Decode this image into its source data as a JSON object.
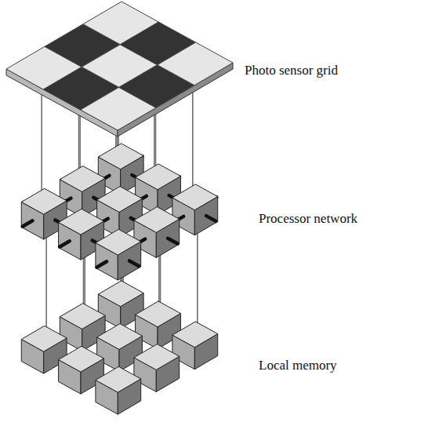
{
  "diagram": {
    "labels": [
      "Photo sensor grid",
      "Processor network",
      "Local memory"
    ]
  }
}
